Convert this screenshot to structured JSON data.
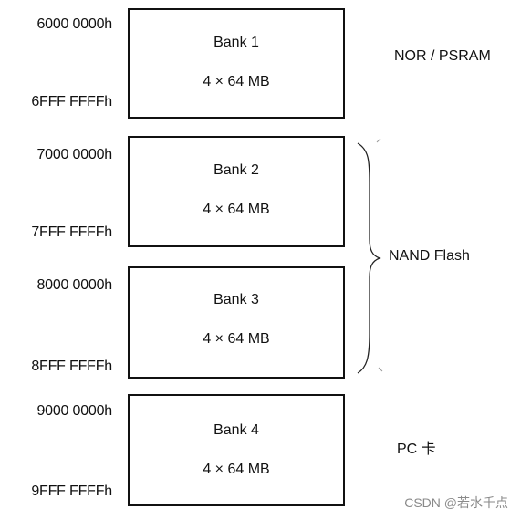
{
  "diagram": {
    "banks": [
      {
        "name": "Bank 1",
        "size": "4 × 64 MB",
        "start_address": "6000 0000h",
        "end_address": "6FFF FFFFh"
      },
      {
        "name": "Bank 2",
        "size": "4 × 64 MB",
        "start_address": "7000 0000h",
        "end_address": "7FFF FFFFh"
      },
      {
        "name": "Bank 3",
        "size": "4 × 64 MB",
        "start_address": "8000 0000h",
        "end_address": "8FFF FFFFh"
      },
      {
        "name": "Bank 4",
        "size": "4 × 64 MB",
        "start_address": "9000 0000h",
        "end_address": "9FFF FFFFh"
      }
    ],
    "memory_types": {
      "nor_psram": "NOR /  PSRAM",
      "nand_flash": "NAND Flash",
      "pc_card": "PC 卡"
    }
  },
  "watermark": "CSDN @若水千点"
}
